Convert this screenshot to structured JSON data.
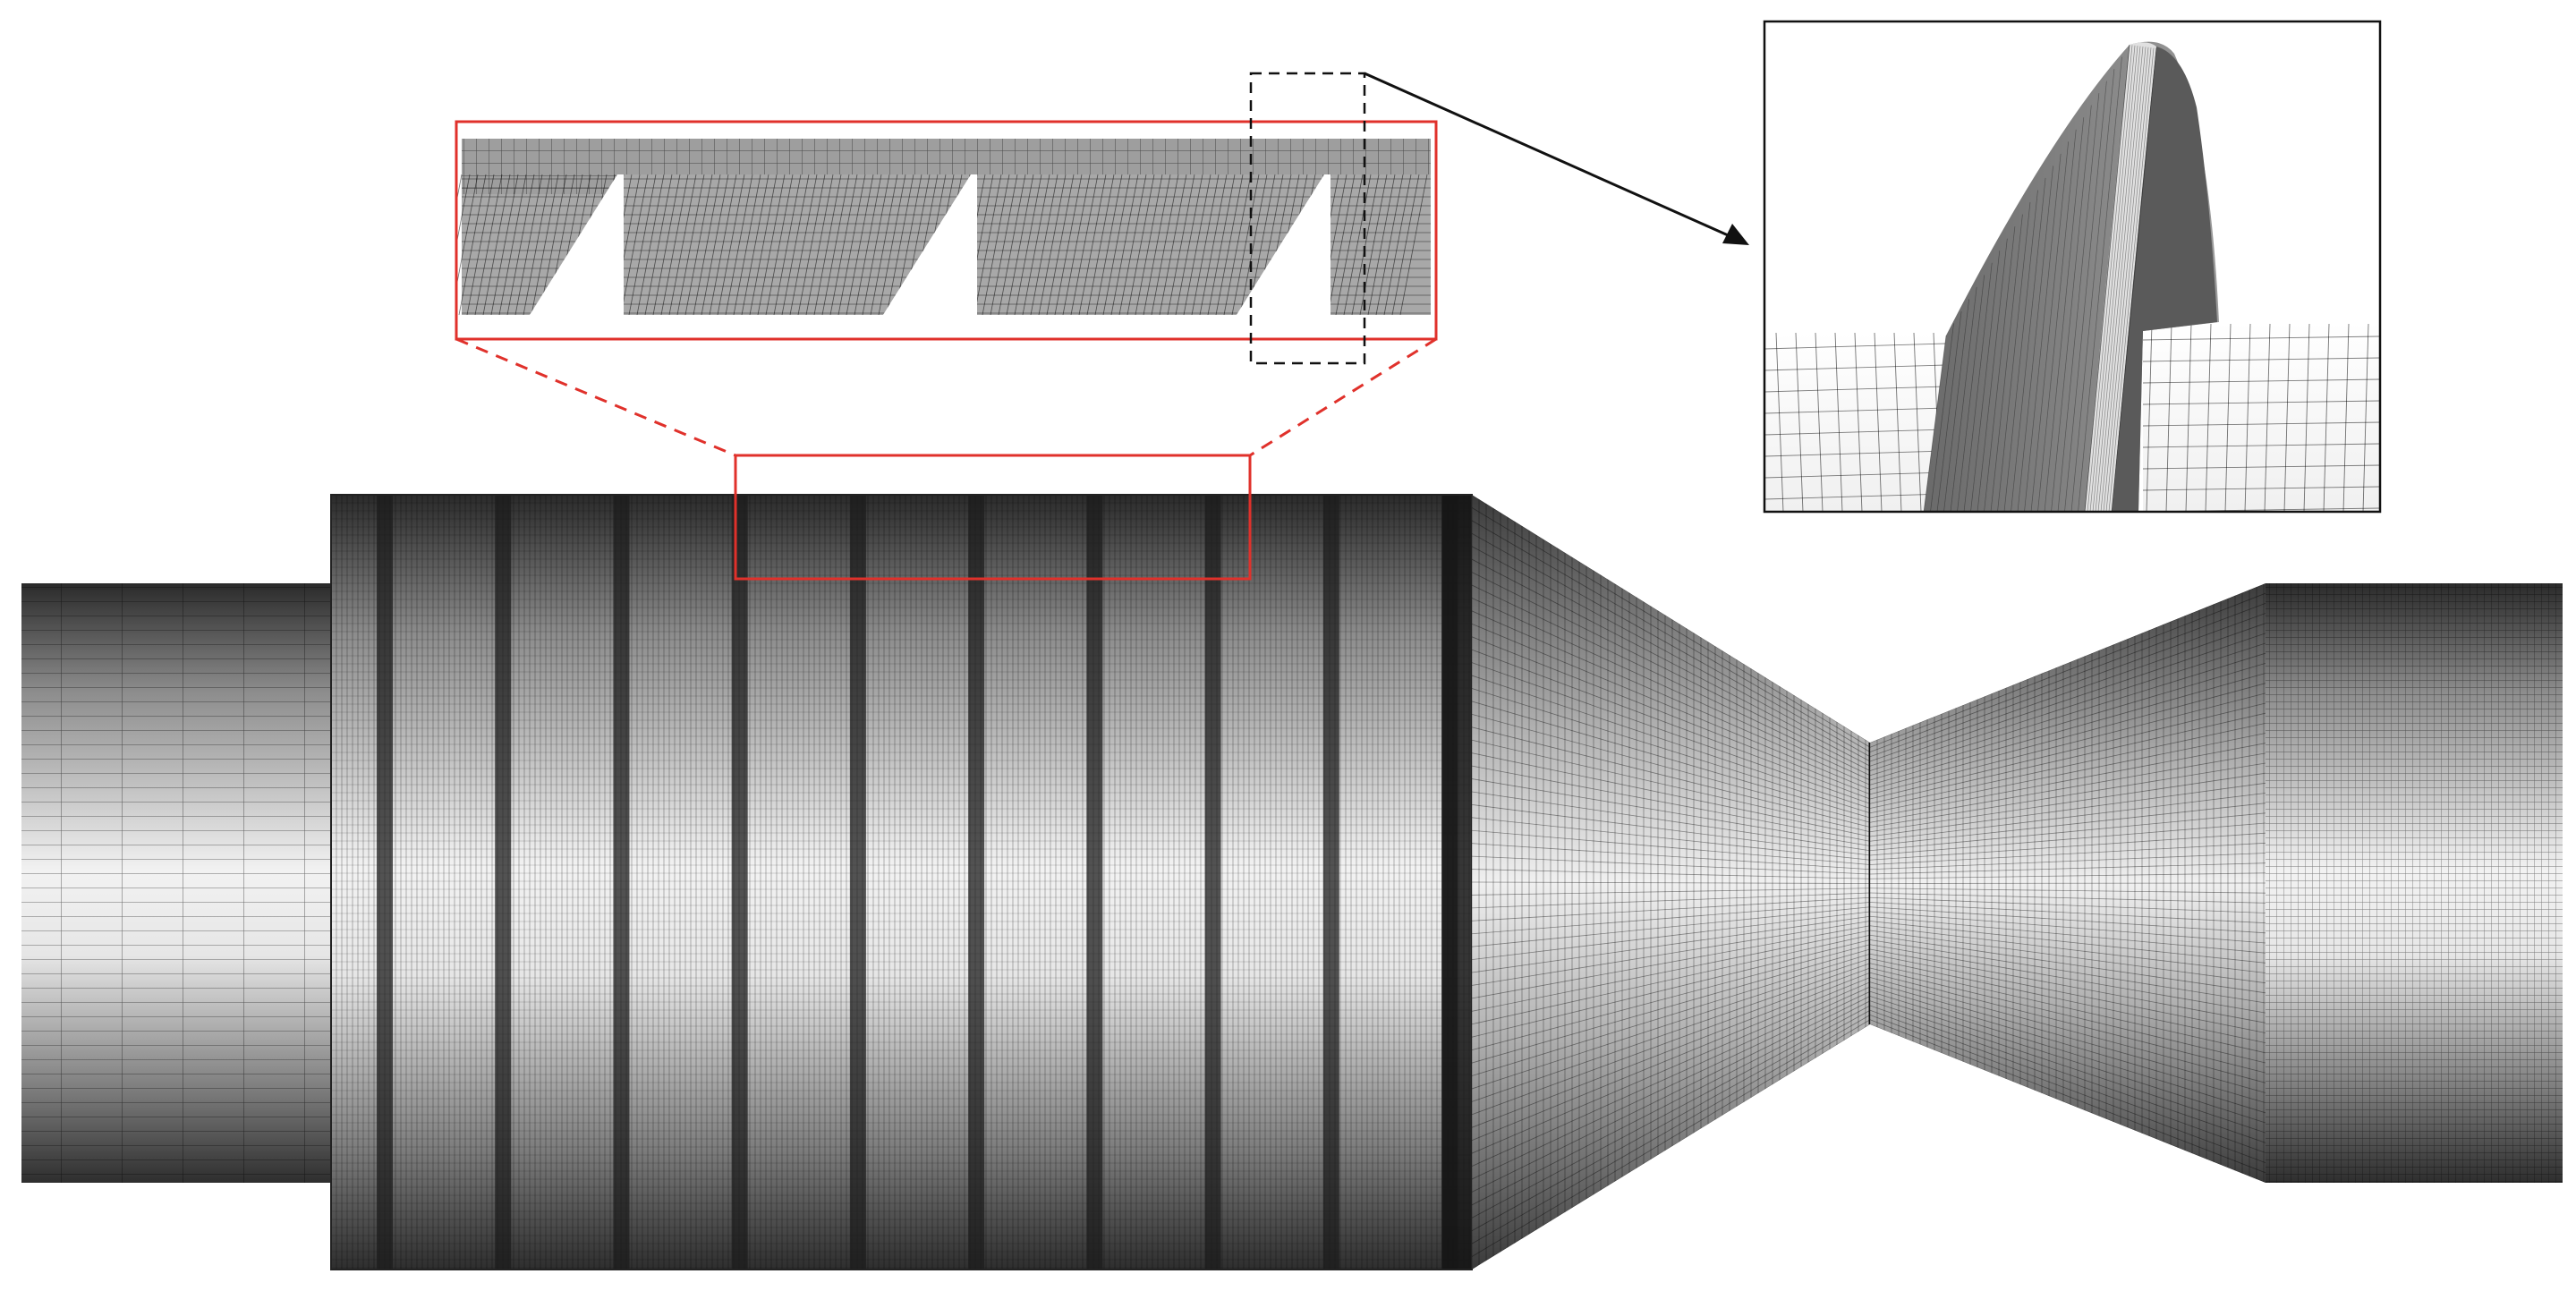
{
  "figure": {
    "description_visible_text": [],
    "colors": {
      "background": "#ffffff",
      "highlight_red": "#e0312b",
      "dashed_box": "#111111",
      "arrow": "#111111",
      "mesh_line": "#111111"
    },
    "parts": [
      "inlet-cylinder",
      "chamber-with-baffles",
      "converging-nozzle",
      "throat",
      "diverging-nozzle",
      "outlet-cylinder"
    ],
    "baffle_count": 10,
    "insets": [
      "red-zoom-inset-baffle-section",
      "black-detail-inset-baffle-3d"
    ]
  }
}
